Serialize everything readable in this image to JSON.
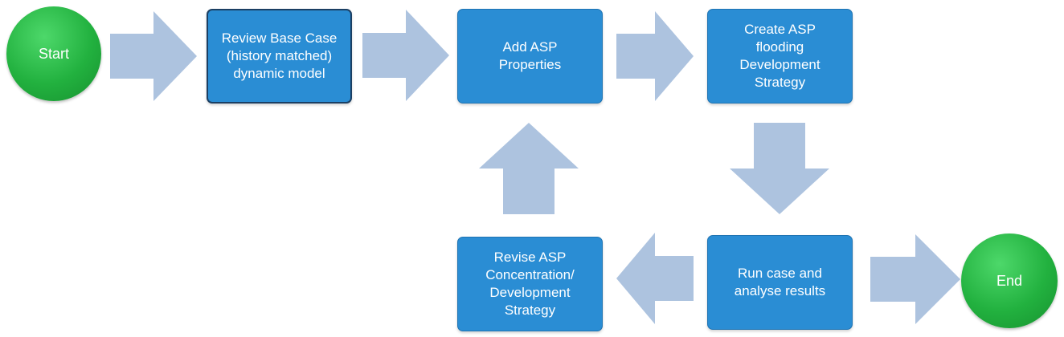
{
  "diagram": {
    "nodes": {
      "start": {
        "label": "Start",
        "shape": "circle",
        "color": "#22b13f"
      },
      "review": {
        "label": "Review Base Case\n(history matched)\ndynamic model",
        "shape": "box",
        "color": "#2a8dd4"
      },
      "add_asp": {
        "label": "Add ASP\nProperties",
        "shape": "box",
        "color": "#2a8dd4"
      },
      "create_strategy": {
        "label": "Create ASP\nflooding\nDevelopment\nStrategy",
        "shape": "box",
        "color": "#2a8dd4"
      },
      "run_case": {
        "label": "Run case and\nanalyse results",
        "shape": "box",
        "color": "#2a8dd4"
      },
      "revise": {
        "label": "Revise ASP\nConcentration/\nDevelopment\nStrategy",
        "shape": "box",
        "color": "#2a8dd4"
      },
      "end": {
        "label": "End",
        "shape": "circle",
        "color": "#22b13f"
      }
    },
    "edges": [
      {
        "from": "start",
        "to": "review",
        "direction": "right"
      },
      {
        "from": "review",
        "to": "add_asp",
        "direction": "right"
      },
      {
        "from": "add_asp",
        "to": "create_strategy",
        "direction": "right"
      },
      {
        "from": "create_strategy",
        "to": "run_case",
        "direction": "down"
      },
      {
        "from": "run_case",
        "to": "end",
        "direction": "right"
      },
      {
        "from": "run_case",
        "to": "revise",
        "direction": "left"
      },
      {
        "from": "revise",
        "to": "add_asp",
        "direction": "up"
      }
    ],
    "arrow_color": "#adc3df"
  }
}
